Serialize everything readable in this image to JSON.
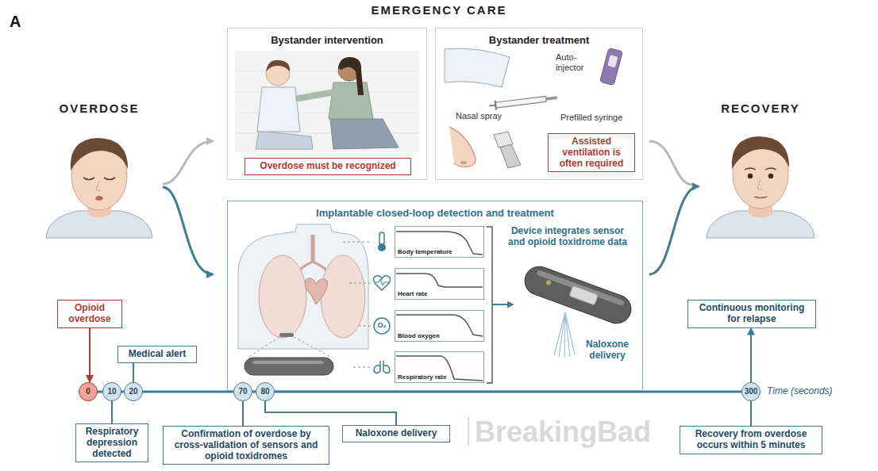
{
  "diagram": {
    "title": "EMERGENCY CARE",
    "nodes": [
      {
        "text": [
          "Bystander intervention"
        ]
      },
      {
        "text": [
          "Overdose must be recognized"
        ],
        "in": 0
      },
      {
        "text": [
          "Bystander treatment",
          "Auto-injector",
          "Prefilled syringe",
          "Nasal spray"
        ]
      },
      {
        "text": [
          "Assisted ventilation is often required"
        ],
        "in": 2
      },
      {
        "text": [
          "Implantable closed-loop detection and treatment",
          "Device integrates sensor and opioid toxidrome data",
          "Naloxone delivery"
        ]
      },
      {
        "text": [
          "Body temperature"
        ],
        "in": 4
      },
      {
        "text": [
          "Heart rate"
        ],
        "in": 4
      },
      {
        "text": [
          "Blood oxygen"
        ],
        "in": 4
      },
      {
        "text": [
          "Respiratory rate"
        ],
        "in": 4
      },
      {
        "text": [
          "Opioid overdose"
        ]
      },
      {
        "text": [
          "Medical alert"
        ]
      },
      {
        "text": [
          "Continuous monitoring for relapse"
        ]
      },
      {
        "text": [
          "0"
        ]
      },
      {
        "text": [
          "10"
        ]
      },
      {
        "text": [
          "20"
        ]
      },
      {
        "text": [
          "70"
        ]
      },
      {
        "text": [
          "80"
        ]
      },
      {
        "text": [
          "300"
        ]
      },
      {
        "text": [
          "Respiratory depression detected"
        ]
      },
      {
        "text": [
          "Confirmation of overdose by cross-validation of sensors and opioid toxidromes"
        ]
      },
      {
        "text": [
          "Naloxone delivery"
        ]
      },
      {
        "text": [
          "Recovery from overdose occurs within 5 minutes"
        ]
      }
    ],
    "edges": [
      {
        "from": 9,
        "to": 12,
        "arrow": "to"
      },
      {
        "from": 14,
        "to": 10,
        "arrow": "none"
      },
      {
        "from": 13,
        "to": 18,
        "arrow": "none"
      },
      {
        "from": 15,
        "to": 19,
        "arrow": "none"
      },
      {
        "from": 16,
        "to": 20,
        "arrow": "none"
      },
      {
        "from": 17,
        "to": 11,
        "arrow": "to"
      },
      {
        "from": 17,
        "to": 21,
        "arrow": "none"
      }
    ],
    "labels": [
      "A",
      "OVERDOSE",
      "RECOVERY",
      "O₂",
      "Time (seconds)",
      "BreakingBad"
    ]
  }
}
